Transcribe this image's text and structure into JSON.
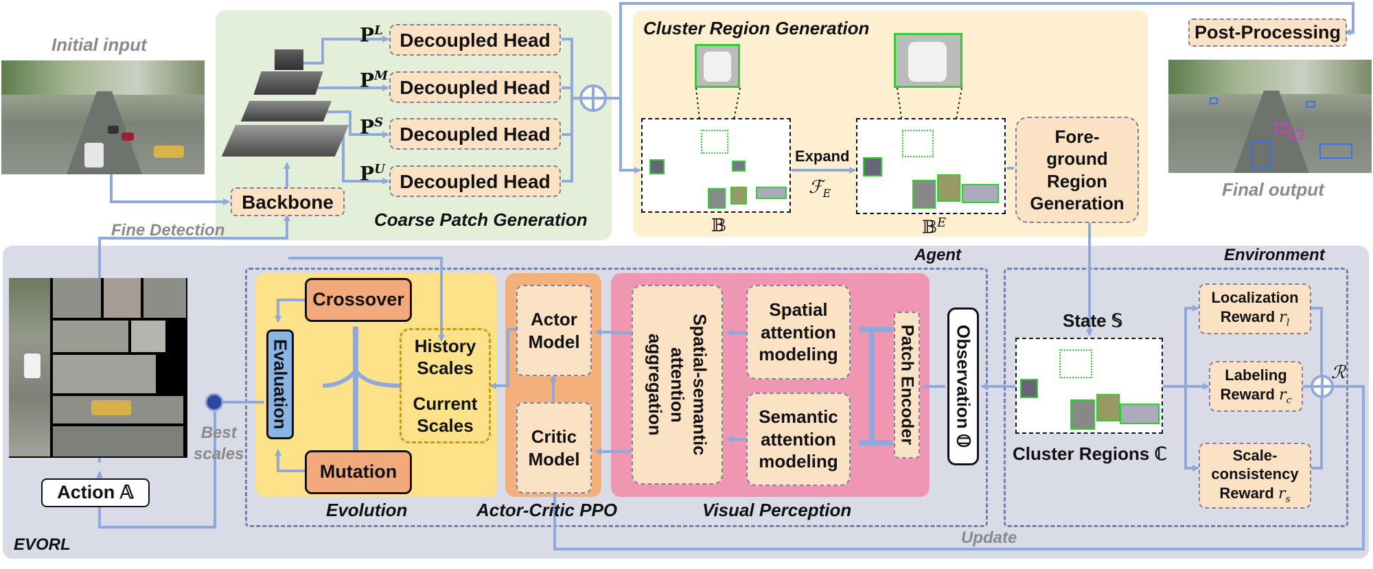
{
  "top": {
    "initial_input": "Initial input",
    "final_output": "Final output",
    "fine_detection": "Fine Detection",
    "backbone": "Backbone",
    "coarse_patch_generation": "Coarse Patch Generation",
    "pyramid_labels": [
      {
        "base": "P",
        "sup": "L"
      },
      {
        "base": "P",
        "sup": "M"
      },
      {
        "base": "P",
        "sup": "S"
      },
      {
        "base": "P",
        "sup": "U"
      }
    ],
    "decoupled_head": "Decoupled Head",
    "cluster_region_generation": "Cluster Region Generation",
    "expand": "Expand",
    "fe_symbol": "ℱ",
    "fe_sub": "E",
    "b_symbol": "𝔹",
    "be_symbol": "𝔹",
    "be_sup": "E",
    "foreground": "Fore-\nground\nRegion\nGeneration",
    "post_processing": "Post-Processing"
  },
  "bottom": {
    "evorl": "EVORL",
    "agent": "Agent",
    "environment": "Environment",
    "update": "Update",
    "best_scales": "Best\nscales",
    "action": "Action 𝔸",
    "evolution": {
      "title": "Evolution",
      "crossover": "Crossover",
      "mutation": "Mutation",
      "evaluation": "Evaluation",
      "history": "History\nScales",
      "current": "Current\nScales"
    },
    "ppo": {
      "title": "Actor-Critic PPO",
      "actor": "Actor\nModel",
      "critic": "Critic\nModel"
    },
    "visual": {
      "title": "Visual Perception",
      "aggregation": "Spatial-semantic\nattention\naggregation",
      "spatial": "Spatial\nattention\nmodeling",
      "semantic": "Semantic\nattention\nmodeling",
      "patch_encoder": "Patch Encoder"
    },
    "observation": "Observation 𝕆",
    "state": "State 𝕊",
    "cluster_regions": "Cluster Regions ℂ",
    "rewards": {
      "localization": "Localization\nReward",
      "localization_sym": "r",
      "localization_sub": "l",
      "labeling": "Labeling\nReward",
      "labeling_sym": "r",
      "labeling_sub": "c",
      "scale": "Scale-\nconsistency\nReward",
      "scale_sym": "r",
      "scale_sub": "s"
    },
    "r_symbol": "ℛ"
  },
  "colors": {
    "arrow": "#8fa9dc",
    "green_panel": "#e3efd9",
    "yellow_panel": "#fdefcf",
    "bottom_panel": "#d9dce6",
    "evolution_panel": "#fde28a",
    "ppo_panel": "#f3b07a",
    "visual_panel": "#ef96b2",
    "orange_box": "#f2a97b",
    "blue_box": "#8bb4e6",
    "head_fill": "#fbe2c4"
  }
}
